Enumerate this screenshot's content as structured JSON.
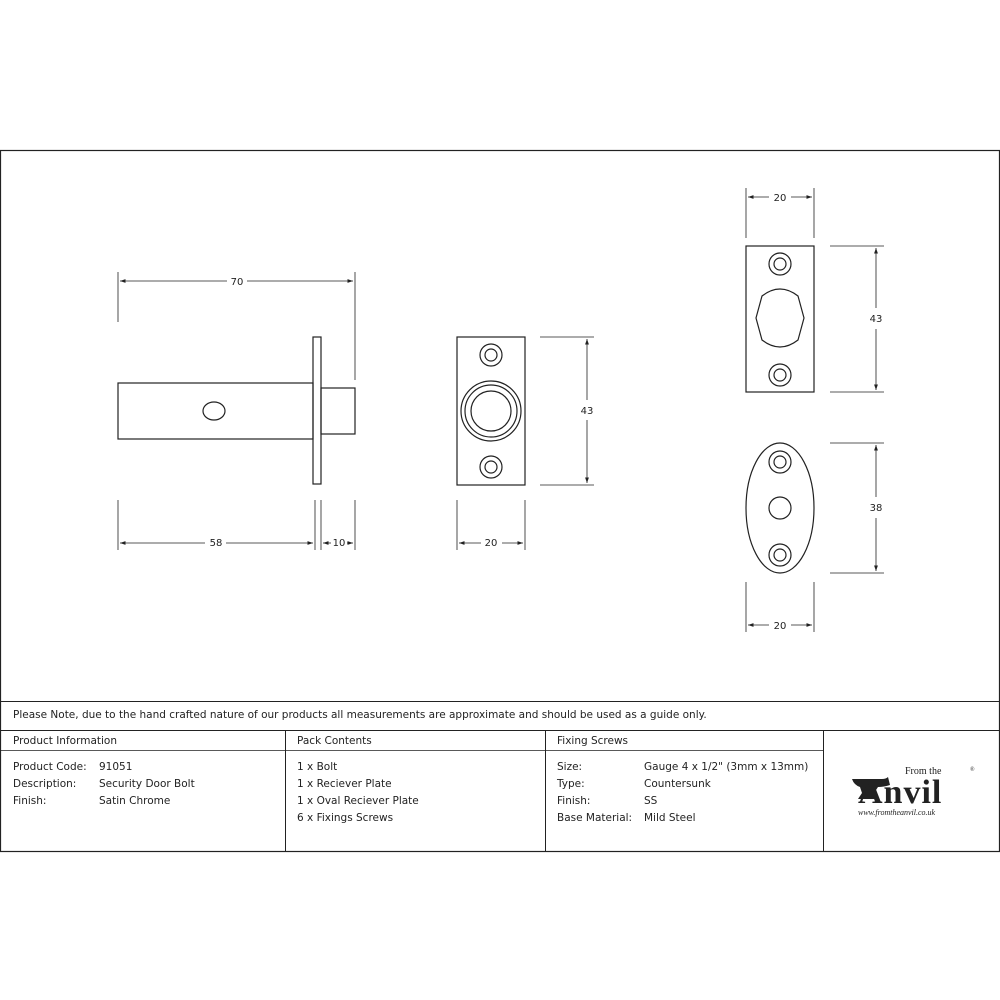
{
  "dimensions": {
    "bolt_overall_length": "70",
    "bolt_body_length": "58",
    "bolt_projection": "10",
    "receiver_plate_width": "20",
    "receiver_plate_height": "43",
    "rect_plate_width": "20",
    "rect_plate_height": "43",
    "oval_plate_width": "20",
    "oval_plate_height": "38"
  },
  "note": "Please Note, due to the hand crafted nature of our products all measurements are approximate and should be used as a guide only.",
  "product_information": {
    "heading": "Product Information",
    "rows": [
      {
        "label": "Product Code:",
        "value": "91051"
      },
      {
        "label": "Description:",
        "value": "Security Door Bolt"
      },
      {
        "label": "Finish:",
        "value": "Satin Chrome"
      }
    ]
  },
  "pack_contents": {
    "heading": "Pack Contents",
    "items": [
      "1 x Bolt",
      "1 x Reciever Plate",
      "1 x Oval Reciever Plate",
      "6 x Fixings Screws"
    ]
  },
  "fixing_screws": {
    "heading": "Fixing Screws",
    "rows": [
      {
        "label": "Size:",
        "value": "Gauge 4 x 1/2\" (3mm x 13mm)"
      },
      {
        "label": "Type:",
        "value": "Countersunk"
      },
      {
        "label": "Finish:",
        "value": "SS"
      },
      {
        "label": "Base Material:",
        "value": "Mild Steel"
      }
    ]
  },
  "logo": {
    "from_the": "From the",
    "brand": "Anvil",
    "registered": "®",
    "url": "www.fromtheanvil.co.uk"
  }
}
